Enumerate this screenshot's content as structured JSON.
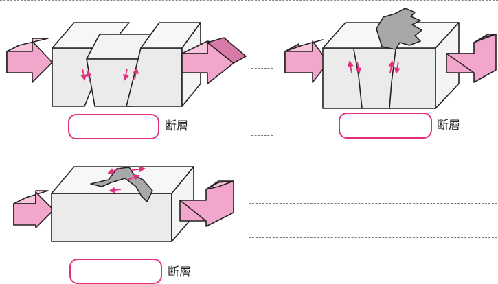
{
  "colors": {
    "arrow_fill": "#f3a6cb",
    "arrow_stroke": "#222222",
    "block_face": "#ebebeb",
    "block_top": "#f7f7f7",
    "block_side": "#f4f4f4",
    "rupture_fill": "#a8a8a8",
    "motion_arrow": "#e2307f",
    "answer_box_border": "#e2307f"
  },
  "diagrams": [
    {
      "id": "normal-fault",
      "answer": "",
      "label": "断層",
      "forces": "pull-apart"
    },
    {
      "id": "reverse-fault",
      "answer": "",
      "label": "断層",
      "forces": "push-together"
    },
    {
      "id": "strike-slip-fault",
      "answer": "",
      "label": "断層",
      "forces": "horizontal-shear"
    }
  ]
}
